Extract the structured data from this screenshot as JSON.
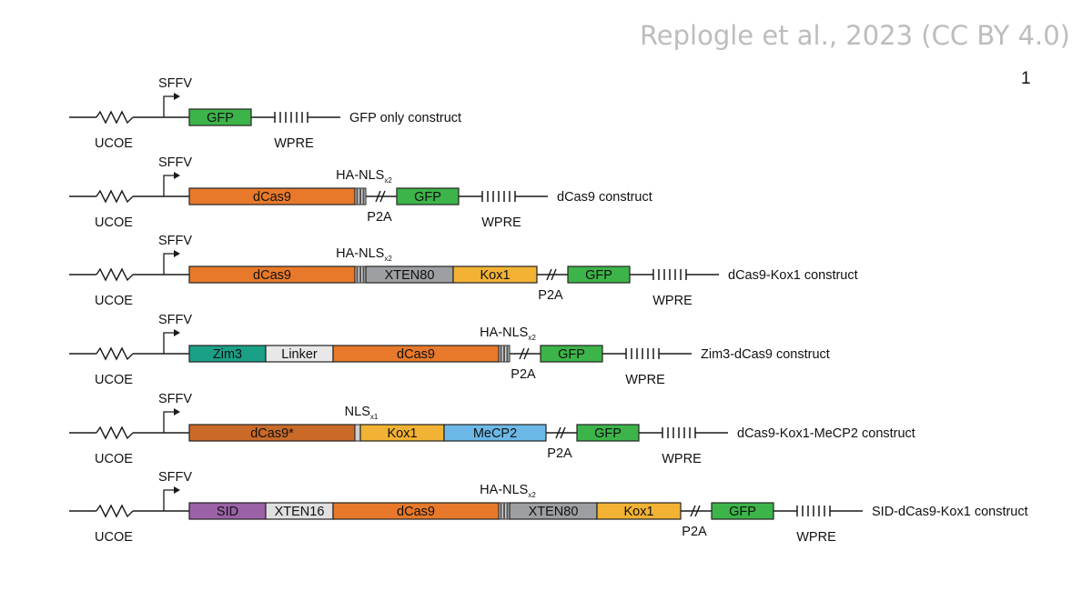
{
  "header": {
    "credit": "Replogle et al., 2023 (CC BY 4.0)",
    "page_number": "1"
  },
  "colors": {
    "line": "#1a1a1a",
    "dCas9": "#e8792a",
    "dCas9_star": "#c96a28",
    "GFP": "#3cb449",
    "Kox1": "#f2b233",
    "XTEN80": "#9d9fa2",
    "XTEN16": "#e0e0e0",
    "Linker": "#e8e8e8",
    "Zim3": "#1aa087",
    "MeCP2": "#6cb9e8",
    "SID": "#9b62a8",
    "nls_dark": "#555555",
    "nls_light": "#cfcfcf"
  },
  "constructs": [
    {
      "name": "GFP only construct",
      "promoter": "SFFV",
      "ucoe": "UCOE",
      "wpre": "WPRE",
      "nls_label": null,
      "p2a_label": null,
      "blocks": [
        {
          "type": "domain",
          "label": "GFP",
          "color": "GFP"
        }
      ]
    },
    {
      "name": "dCas9 construct",
      "promoter": "SFFV",
      "ucoe": "UCOE",
      "wpre": "WPRE",
      "nls_label": {
        "main": "HA-NLS",
        "sub": "x2"
      },
      "p2a_label": "P2A",
      "blocks": [
        {
          "type": "domain",
          "label": "dCas9",
          "color": "dCas9"
        },
        {
          "type": "nls"
        },
        {
          "type": "p2a"
        },
        {
          "type": "domain",
          "label": "GFP",
          "color": "GFP"
        }
      ]
    },
    {
      "name": "dCas9-Kox1 construct",
      "promoter": "SFFV",
      "ucoe": "UCOE",
      "wpre": "WPRE",
      "nls_label": {
        "main": "HA-NLS",
        "sub": "x2"
      },
      "p2a_label": "P2A",
      "blocks": [
        {
          "type": "domain",
          "label": "dCas9",
          "color": "dCas9"
        },
        {
          "type": "nls"
        },
        {
          "type": "domain",
          "label": "XTEN80",
          "color": "XTEN80"
        },
        {
          "type": "domain",
          "label": "Kox1",
          "color": "Kox1"
        },
        {
          "type": "p2a"
        },
        {
          "type": "domain",
          "label": "GFP",
          "color": "GFP"
        }
      ]
    },
    {
      "name": "Zim3-dCas9 construct",
      "promoter": "SFFV",
      "ucoe": "UCOE",
      "wpre": "WPRE",
      "nls_label": {
        "main": "HA-NLS",
        "sub": "x2"
      },
      "p2a_label": "P2A",
      "blocks": [
        {
          "type": "domain",
          "label": "Zim3",
          "color": "Zim3"
        },
        {
          "type": "domain",
          "label": "Linker",
          "color": "Linker"
        },
        {
          "type": "domain",
          "label": "dCas9",
          "color": "dCas9"
        },
        {
          "type": "nls"
        },
        {
          "type": "p2a"
        },
        {
          "type": "domain",
          "label": "GFP",
          "color": "GFP"
        }
      ]
    },
    {
      "name": "dCas9-Kox1-MeCP2 construct",
      "promoter": "SFFV",
      "ucoe": "UCOE",
      "wpre": "WPRE",
      "nls_label": {
        "main": "NLS",
        "sub": "x1"
      },
      "p2a_label": "P2A",
      "blocks": [
        {
          "type": "domain",
          "label": "dCas9*",
          "color": "dCas9_star"
        },
        {
          "type": "nls1"
        },
        {
          "type": "domain",
          "label": "Kox1",
          "color": "Kox1"
        },
        {
          "type": "domain",
          "label": "MeCP2",
          "color": "MeCP2"
        },
        {
          "type": "p2a"
        },
        {
          "type": "domain",
          "label": "GFP",
          "color": "GFP"
        }
      ]
    },
    {
      "name": "SID-dCas9-Kox1 construct",
      "promoter": "SFFV",
      "ucoe": "UCOE",
      "wpre": "WPRE",
      "nls_label": {
        "main": "HA-NLS",
        "sub": "x2"
      },
      "p2a_label": "P2A",
      "blocks": [
        {
          "type": "domain",
          "label": "SID",
          "color": "SID"
        },
        {
          "type": "domain",
          "label": "XTEN16",
          "color": "XTEN16"
        },
        {
          "type": "domain",
          "label": "dCas9",
          "color": "dCas9"
        },
        {
          "type": "nls"
        },
        {
          "type": "domain",
          "label": "XTEN80",
          "color": "XTEN80"
        },
        {
          "type": "domain",
          "label": "Kox1",
          "color": "Kox1"
        },
        {
          "type": "p2a"
        },
        {
          "type": "domain",
          "label": "GFP",
          "color": "GFP"
        }
      ]
    }
  ]
}
